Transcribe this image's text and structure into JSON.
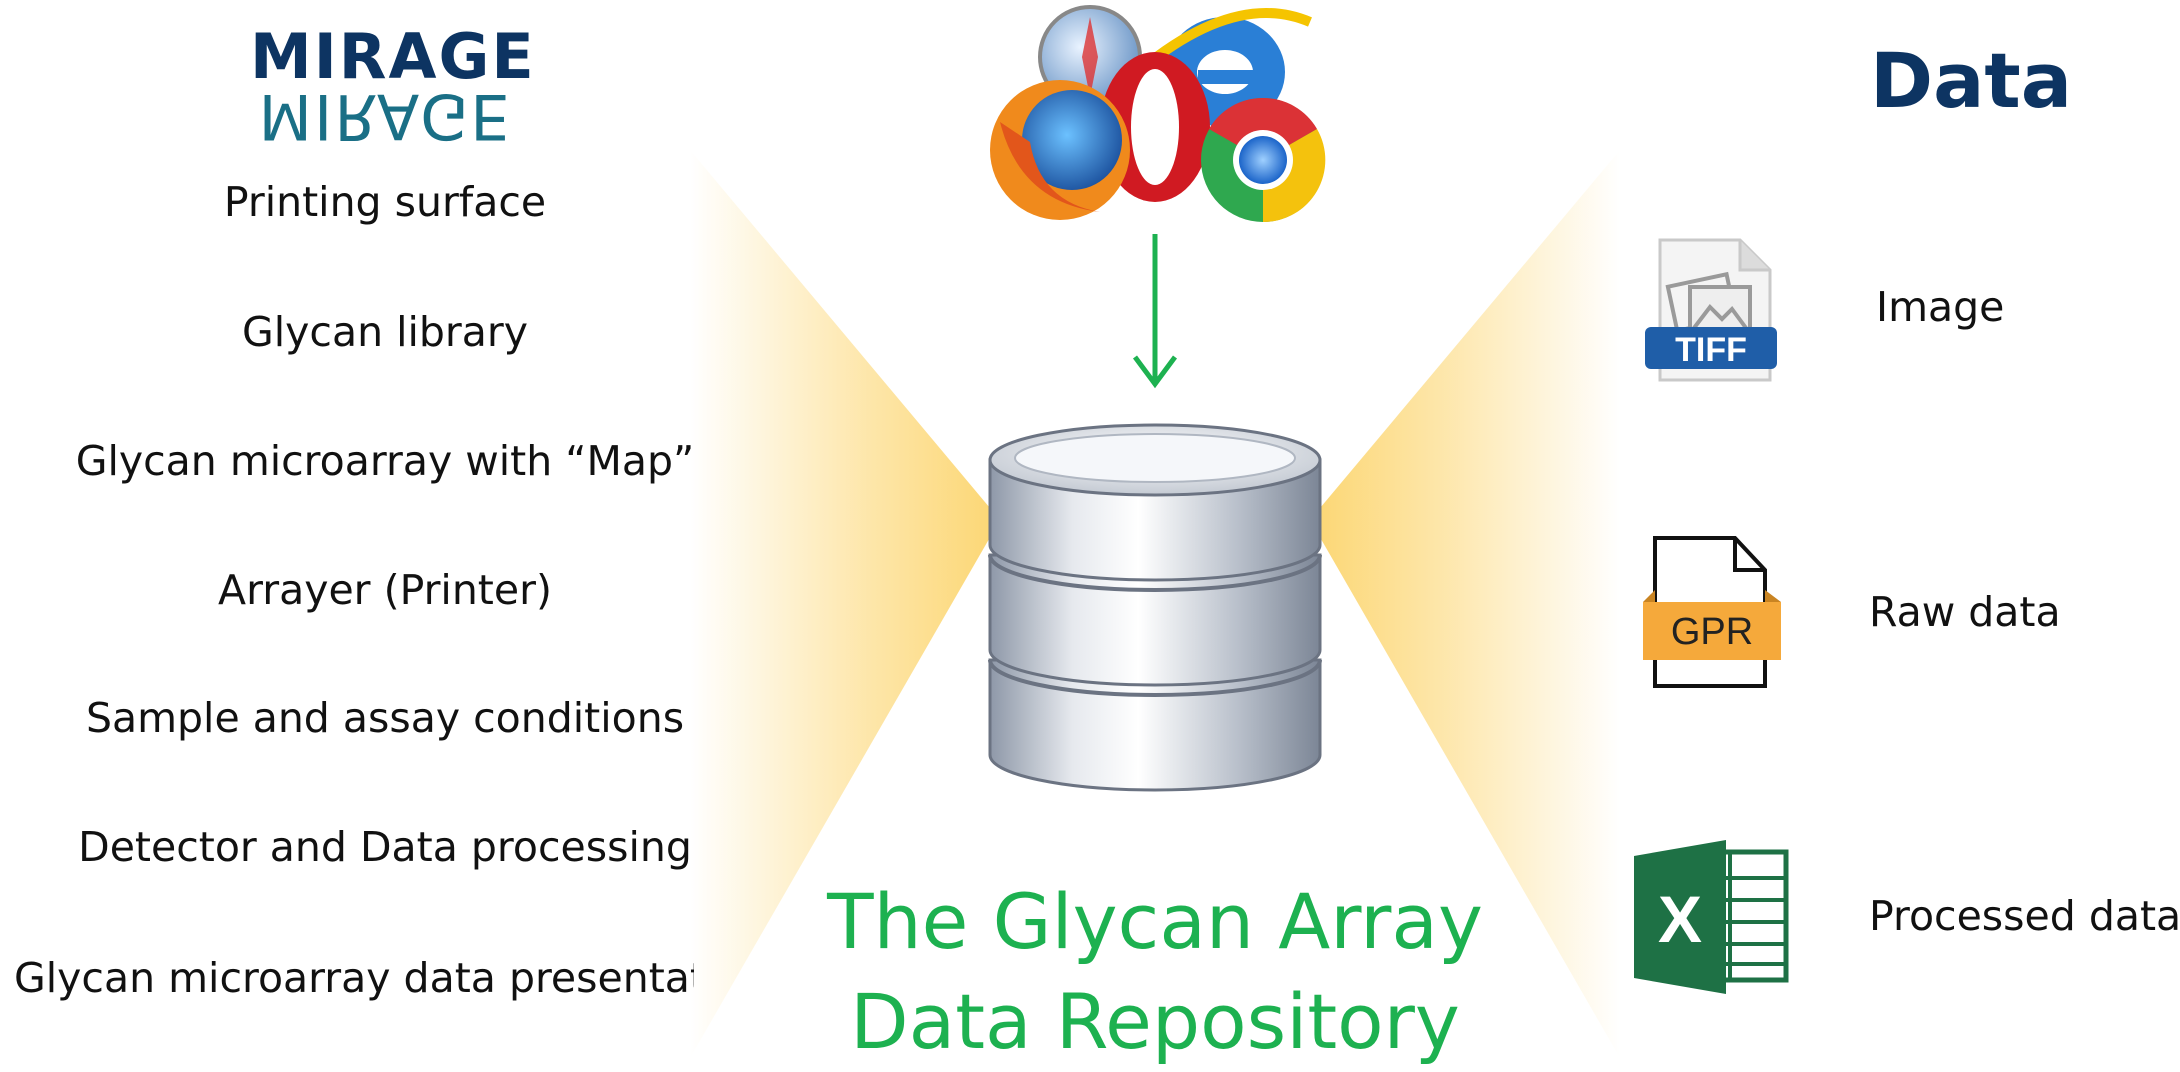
{
  "logo": {
    "text": "MIRAGE",
    "reflection": "MIRAGE"
  },
  "left_items": [
    "Printing surface",
    "Glycan library",
    "Glycan microarray with “Map”",
    "Arrayer (Printer)",
    "Sample and assay conditions",
    "Detector and Data processing",
    "Glycan microarray data presentatio"
  ],
  "right": {
    "title": "Data",
    "items": [
      {
        "label": "Image",
        "icon": "tiff-file-icon",
        "badge": "TIFF"
      },
      {
        "label": "Raw data",
        "icon": "gpr-file-icon",
        "badge": "GPR"
      },
      {
        "label": "Processed data",
        "icon": "excel-icon",
        "badge": "X"
      }
    ]
  },
  "repository": {
    "line1": "The Glycan Array",
    "line2": "Data Repository"
  },
  "colors": {
    "navy": "#0d3462",
    "teal": "#1a6f86",
    "green": "#1db150",
    "beam": "#fcd46b",
    "excel_green": "#1e7145",
    "tiff_blue": "#1f5ea8",
    "gpr_orange": "#f5a93b"
  },
  "icons": [
    "browsers-icon",
    "arrow-down-icon",
    "database-icon"
  ]
}
